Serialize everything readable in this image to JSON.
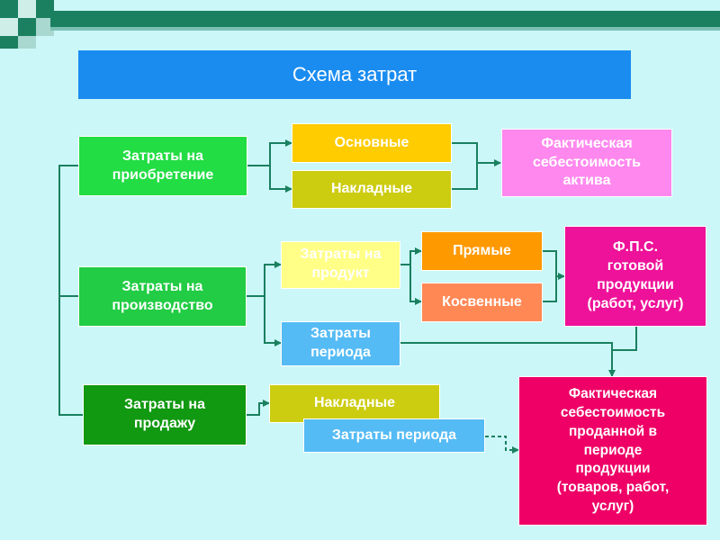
{
  "title": "Схема затрат",
  "boxes": {
    "acq": "Затраты на\nприобретение",
    "main": "Основные",
    "overhead1": "Накладные",
    "fact_asset": "Фактическая\nсебестоимость\nактива",
    "prod": "Затраты на\nпроизводство",
    "product_costs": "Затраты на\nпродукт",
    "direct": "Прямые",
    "indirect": "Косвенные",
    "fps": "Ф.П.С.\nготовой\nпродукции\n(работ, услуг)",
    "period1": "Затраты\nпериода",
    "sales": "Затраты на\nпродажу",
    "overhead2": "Накладные",
    "period2": "Затраты периода",
    "fact_sold": "Фактическая\nсебестоимость\nпроданной в\nпериоде\nпродукции\n(товаров, работ,\nуслуг)"
  },
  "colors": {
    "background": "#ccf7f8",
    "title": "#1a8cf0",
    "green": "#22dd44",
    "dark_green": "#119911",
    "yellow": "#ffcc00",
    "olive": "#cccc11",
    "pink": "#ff88ee",
    "light_yellow": "#ffff88",
    "orange": "#ff9900",
    "salmon": "#ff8855",
    "magenta": "#ee1199",
    "sky": "#55bbf5",
    "crimson": "#ee0066",
    "line": "#1a8060"
  }
}
